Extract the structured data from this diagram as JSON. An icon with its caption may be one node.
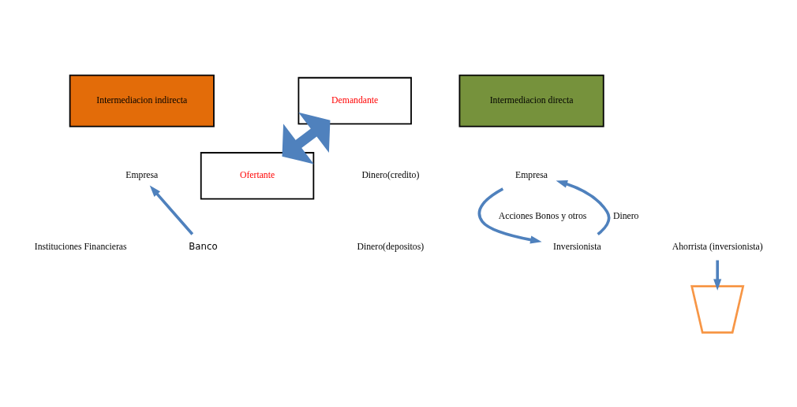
{
  "diagram": {
    "nodes": [
      {
        "text": [
          "Intermediacion indirecta"
        ]
      },
      {
        "text": [
          "Demandante"
        ]
      },
      {
        "text": [
          "Intermediacion directa"
        ]
      },
      {
        "text": [
          "Empresa"
        ]
      },
      {
        "text": [
          "Banco"
        ]
      },
      {
        "text": [],
        "shape": "trapezoid"
      },
      {
        "text": [
          "Ahorrista (inversionista)"
        ]
      },
      {
        "text": [
          "Empresa"
        ]
      },
      {
        "text": [
          "Inversionista"
        ]
      },
      {
        "text": [
          "Ofertante"
        ]
      }
    ],
    "edges": [
      {
        "from": 4,
        "to": 3,
        "arrow": "to"
      },
      {
        "from": 6,
        "to": 5,
        "arrow": "to"
      },
      {
        "from": 1,
        "to": 9,
        "arrow": "both",
        "style": "thick"
      },
      {
        "from": 7,
        "to": 8,
        "arrow": "to",
        "label": "Acciones Bonos y otros"
      },
      {
        "from": 8,
        "to": 7,
        "arrow": "to",
        "label": "Dinero"
      }
    ],
    "labels": [
      "Instituciones Financieras",
      "Dinero(credito)",
      "Dinero(depositos)"
    ]
  }
}
